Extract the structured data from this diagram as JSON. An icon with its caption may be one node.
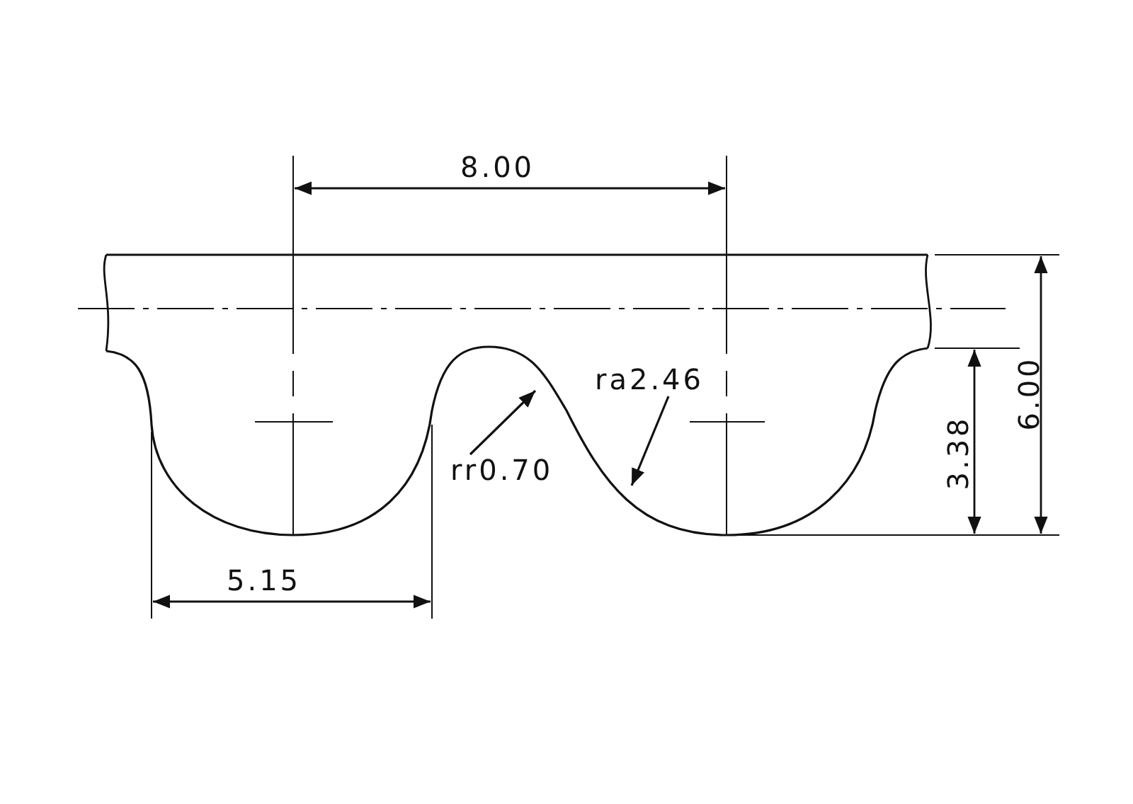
{
  "diagram": {
    "nodes": [
      {
        "text": [
          "rr0.70"
        ]
      },
      {
        "text": [
          "ra2.46"
        ]
      }
    ],
    "edges": [
      {
        "from": 0,
        "to": null,
        "arrow": "to"
      },
      {
        "from": 1,
        "to": null,
        "arrow": "to"
      }
    ],
    "labels": [
      "8.00",
      "6.00",
      "3.38",
      "5.15"
    ]
  }
}
